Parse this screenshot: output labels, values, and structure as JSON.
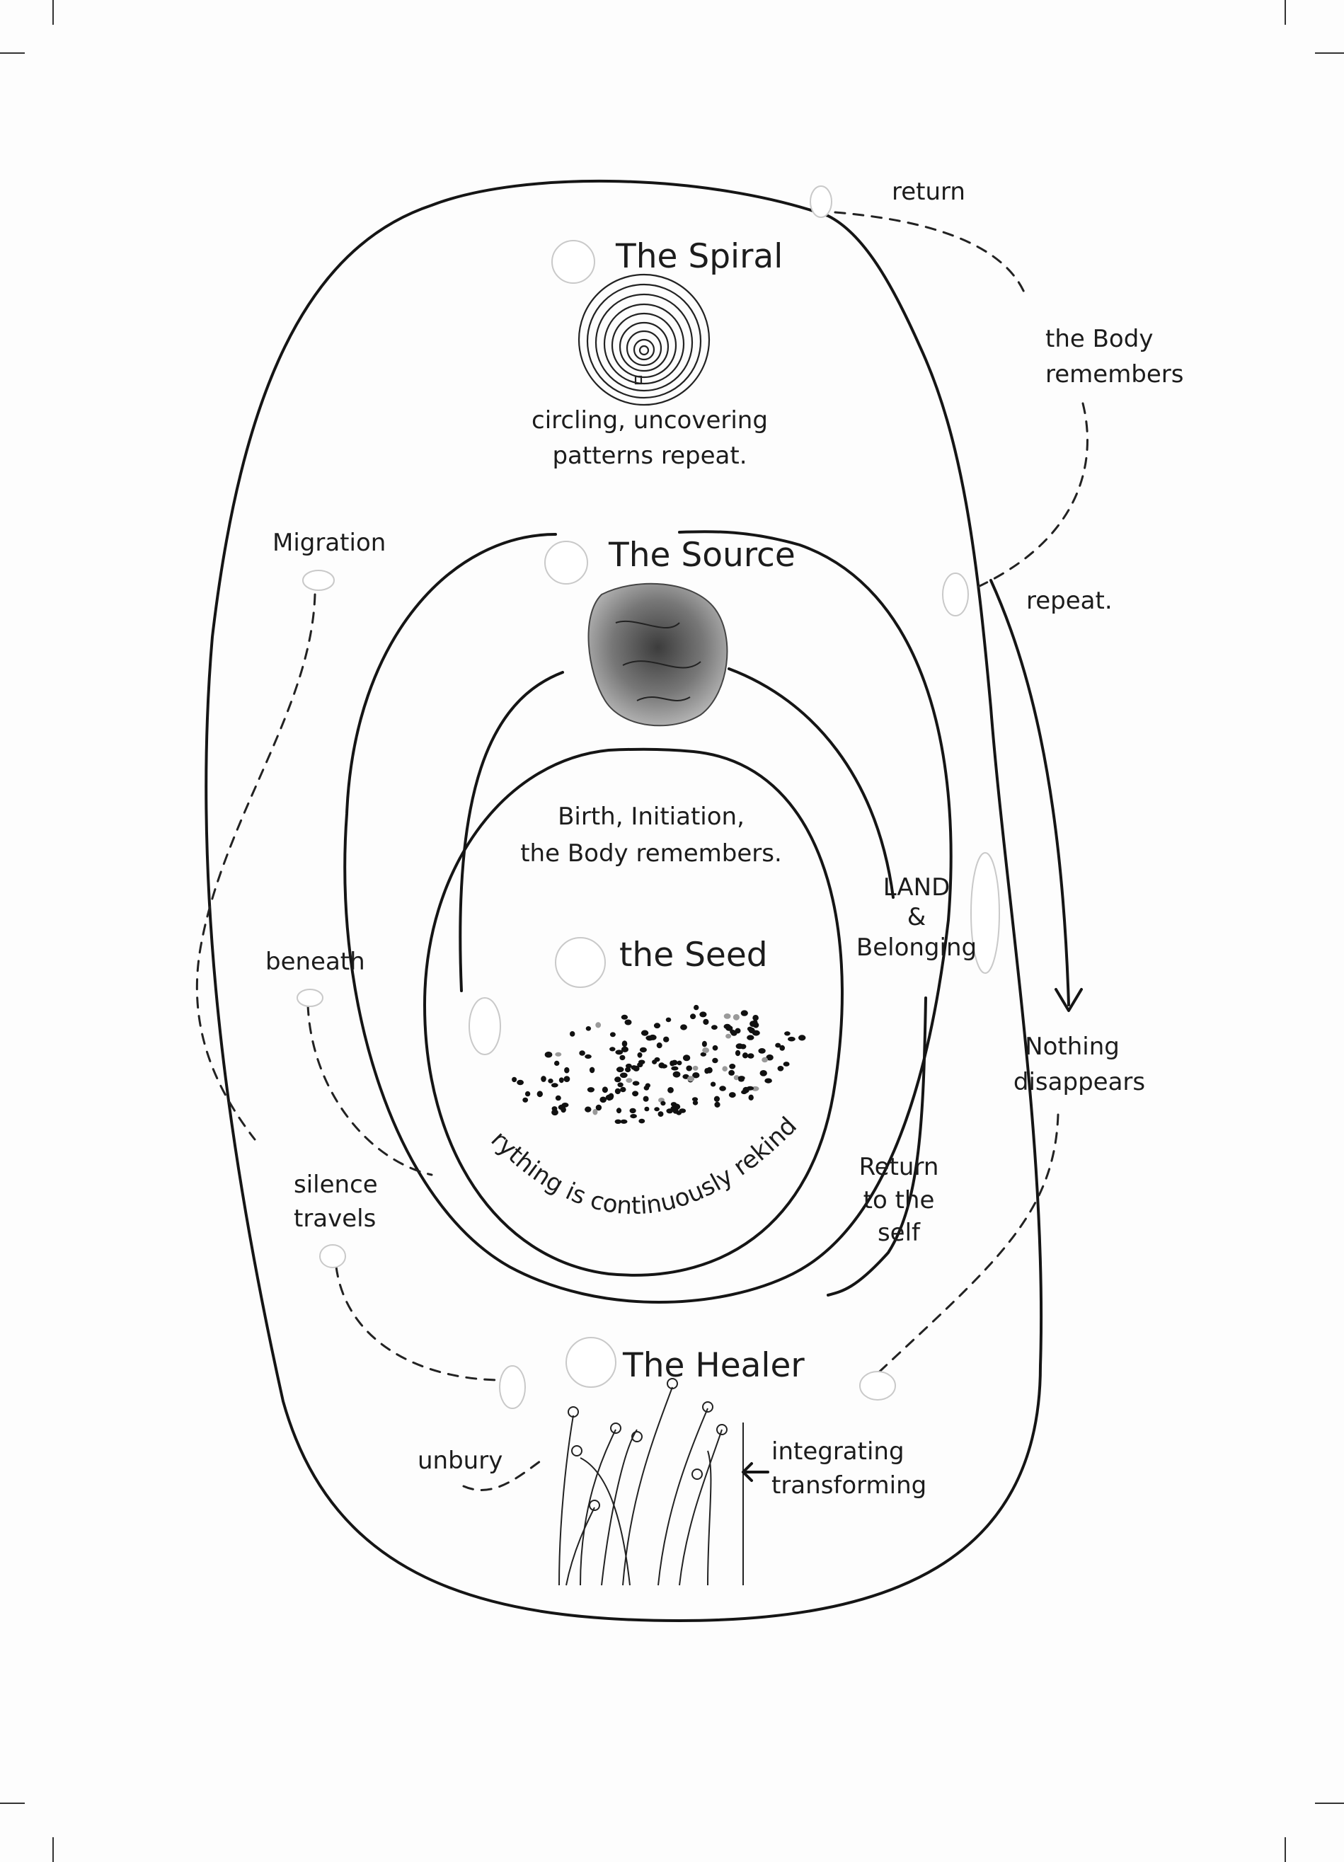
{
  "diagram": {
    "nodes": {
      "spiral": {
        "title": "The Spiral",
        "caption": [
          "circling, uncovering",
          "patterns repeat."
        ]
      },
      "source": {
        "title": "The Source"
      },
      "seed": {
        "title": "the Seed",
        "caption_top": [
          "Birth, Initiation,",
          "the Body remembers."
        ],
        "caption_arc": "everything is continuously rekindled."
      },
      "healer": {
        "title": "The Healer"
      }
    },
    "labels": {
      "return": "return",
      "body_remembers": [
        "the Body",
        "remembers"
      ],
      "repeat": "repeat.",
      "migration": "Migration",
      "beneath": "beneath",
      "land": [
        "LAND",
        "&",
        "Belonging"
      ],
      "nothing": [
        "Nothing",
        "disappears"
      ],
      "silence": [
        "silence",
        "travels"
      ],
      "return_self": [
        "Return",
        "to the",
        "self"
      ],
      "unbury": "unbury",
      "integrating": [
        "integrating",
        "transforming"
      ]
    },
    "colors": {
      "ink": "#151515",
      "paper": "#fdfdfd",
      "stone": "#5a5a5a"
    }
  }
}
